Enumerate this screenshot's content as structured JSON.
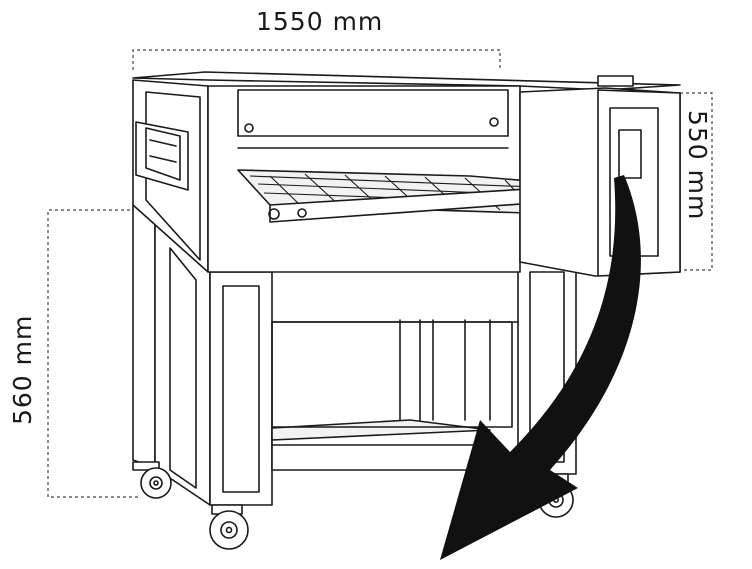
{
  "dimensions": {
    "width_label": "1550 mm",
    "depth_label": "550 mm",
    "height_label": "560 mm"
  }
}
